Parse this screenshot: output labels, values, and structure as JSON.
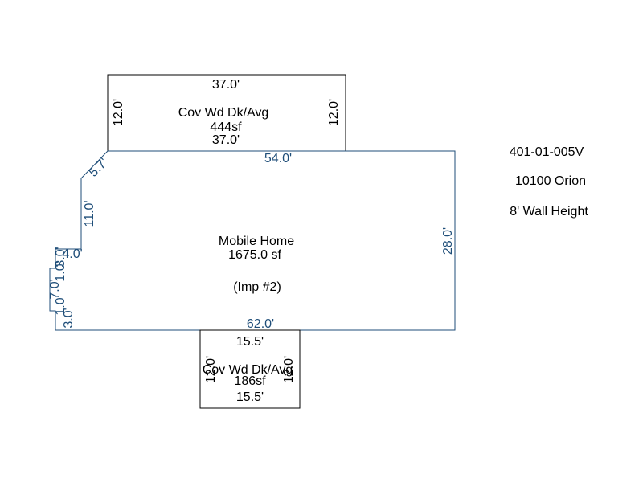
{
  "colors": {
    "mobile_home_outline": "#1f4e79",
    "deck_outline": "#000000",
    "background": "#ffffff"
  },
  "property": {
    "parcel_id": "401-01-005V",
    "address": "10100 Orion",
    "wall_height": "8' Wall Height"
  },
  "mobile_home": {
    "name": "Mobile Home",
    "area": "1675.0 sf",
    "imp": "(Imp #2)",
    "dims": {
      "top": "54.0'",
      "right": "28.0'",
      "bottom": "62.0'",
      "diag": "5.7'",
      "left_upper": "11.0'",
      "step": "4.0'",
      "s1": "3.0'",
      "s2": "1.0'",
      "s3": "7.0'",
      "s4": "1.0'",
      "s5": "3.0'"
    }
  },
  "top_deck": {
    "name": "Cov Wd Dk/Avg",
    "area": "444sf",
    "dims": {
      "top": "37.0'",
      "bottom": "37.0'",
      "left": "12.0'",
      "right": "12.0'"
    }
  },
  "bottom_deck": {
    "name": "Cov Wd Dk/Avg",
    "area": "186sf",
    "dims": {
      "top": "15.5'",
      "bottom": "15.5'",
      "left": "12.0'",
      "right": "12.0'"
    }
  }
}
